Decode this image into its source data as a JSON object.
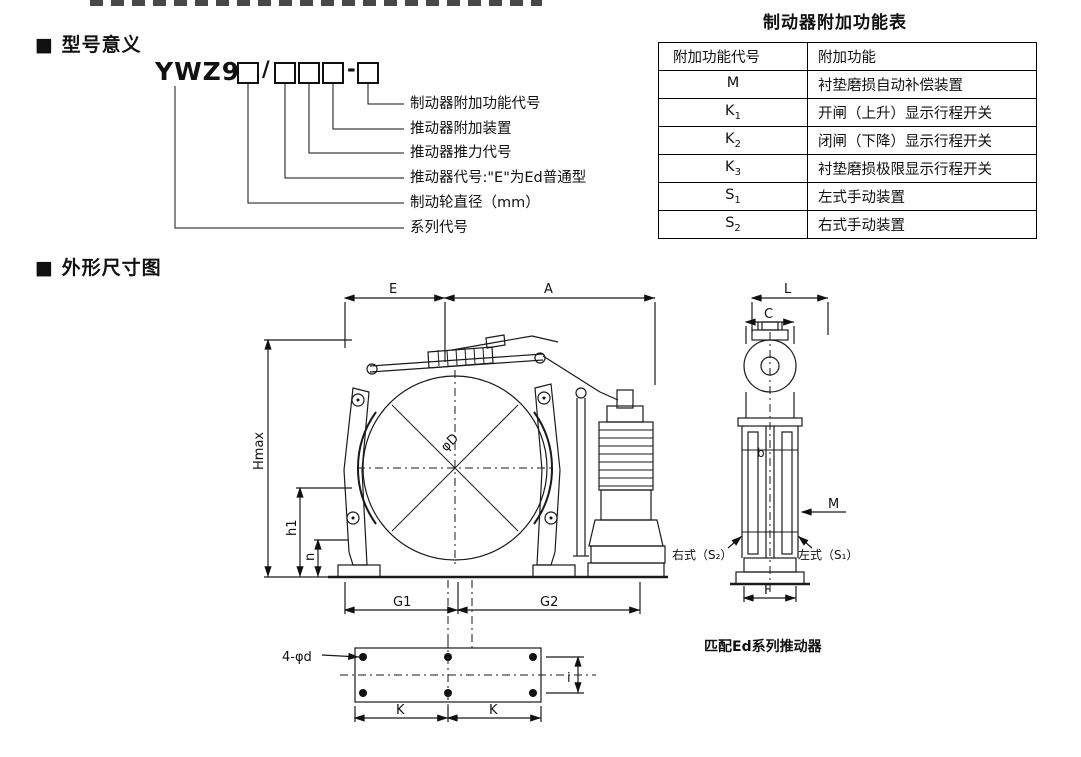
{
  "model_section": {
    "title": "■ 型号意义",
    "prefix": "YWZ9-",
    "slash": "/",
    "dash": "-",
    "labels": [
      "制动器附加功能代号",
      "推动器附加装置",
      "推动器推力代号",
      "推动器代号:\"E\"为Ed普通型",
      "制动轮直径（mm）",
      "系列代号"
    ]
  },
  "function_table": {
    "title": "制动器附加功能表",
    "headers": [
      "附加功能代号",
      "附加功能"
    ],
    "rows": [
      {
        "code": "M",
        "sub": "",
        "desc": "衬垫磨损自动补偿装置"
      },
      {
        "code": "K",
        "sub": "1",
        "desc": "开闸（上升）显示行程开关"
      },
      {
        "code": "K",
        "sub": "2",
        "desc": "闭闸（下降）显示行程开关"
      },
      {
        "code": "K",
        "sub": "3",
        "desc": "衬垫磨损极限显示行程开关"
      },
      {
        "code": "S",
        "sub": "1",
        "desc": "左式手动装置"
      },
      {
        "code": "S",
        "sub": "2",
        "desc": "右式手动装置"
      }
    ]
  },
  "dimension_section": {
    "title": "■ 外形尺寸图",
    "caption": "匹配Ed系列推动器",
    "labels": {
      "e": "E",
      "a": "A",
      "l": "L",
      "c": "C",
      "hmax": "Hmax",
      "h1": "h1",
      "n": "n",
      "phi_d": "φD",
      "g1": "G1",
      "g2": "G2",
      "m": "M",
      "b": "b",
      "f": "F",
      "k": "K",
      "i": "i",
      "holes": "4-φd",
      "right_s2": "右式（S₂）",
      "left_s1": "左式（S₁）"
    }
  }
}
